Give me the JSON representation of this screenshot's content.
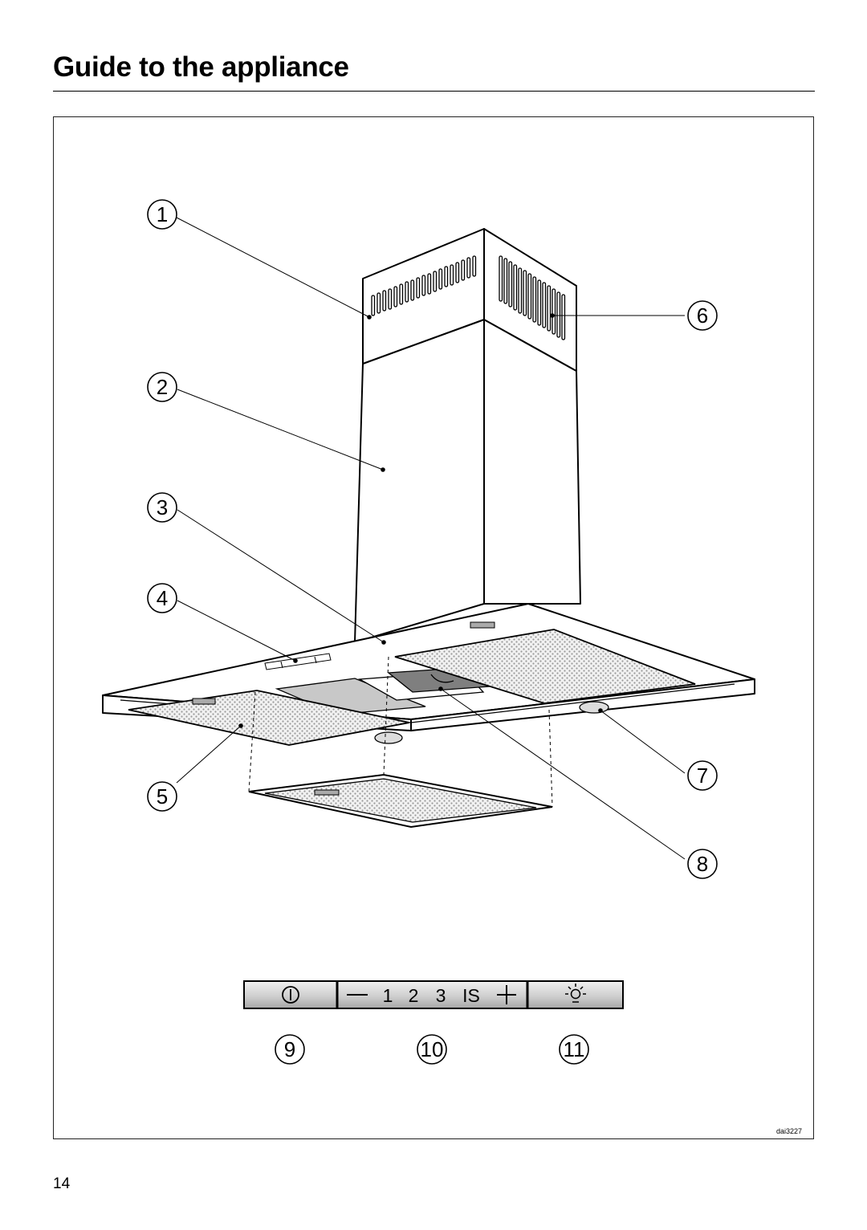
{
  "page": {
    "title": "Guide to the appliance",
    "page_number": "14",
    "figure_code": "dai3227"
  },
  "callouts": [
    "1",
    "2",
    "3",
    "4",
    "5",
    "6",
    "7",
    "8",
    "9",
    "10",
    "11"
  ],
  "control_panel": {
    "power_symbol": "⏻",
    "minus": "−",
    "speed_1": "1",
    "speed_2": "2",
    "speed_3": "3",
    "intensive": "IS",
    "plus": "+",
    "light_icon": "light-bulb-icon"
  }
}
